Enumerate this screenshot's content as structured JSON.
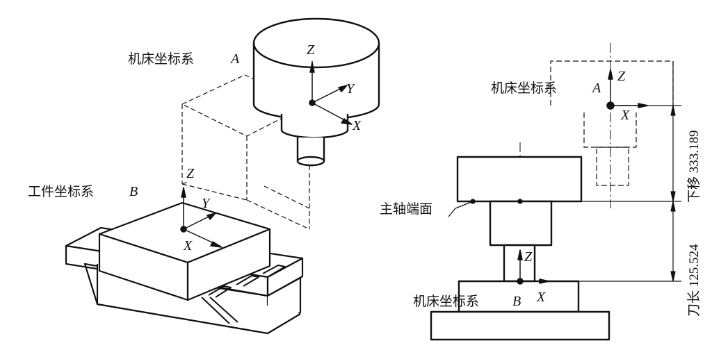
{
  "left_view": {
    "machine_coord_label": "机床坐标系",
    "machine_coord_letter": "A",
    "workpiece_coord_label": "工件坐标系",
    "workpiece_coord_letter": "B",
    "spindle_axes": {
      "z": "Z",
      "y": "Y",
      "x": "X"
    },
    "work_axes": {
      "z": "Z",
      "y": "Y",
      "x": "X"
    }
  },
  "right_view": {
    "machine_coord_label_top": "机床坐标系",
    "machine_coord_letter_top": "A",
    "spindle_face_label": "主轴端面",
    "machine_coord_label_bottom": "机床坐标系",
    "machine_coord_letter_bottom": "B",
    "top_axes": {
      "z": "Z",
      "x": "X"
    },
    "bottom_axes": {
      "z": "Z",
      "x": "X"
    },
    "dimension_down_shift": "下移 333.189",
    "dimension_tool_length": "刀长 125.524"
  }
}
